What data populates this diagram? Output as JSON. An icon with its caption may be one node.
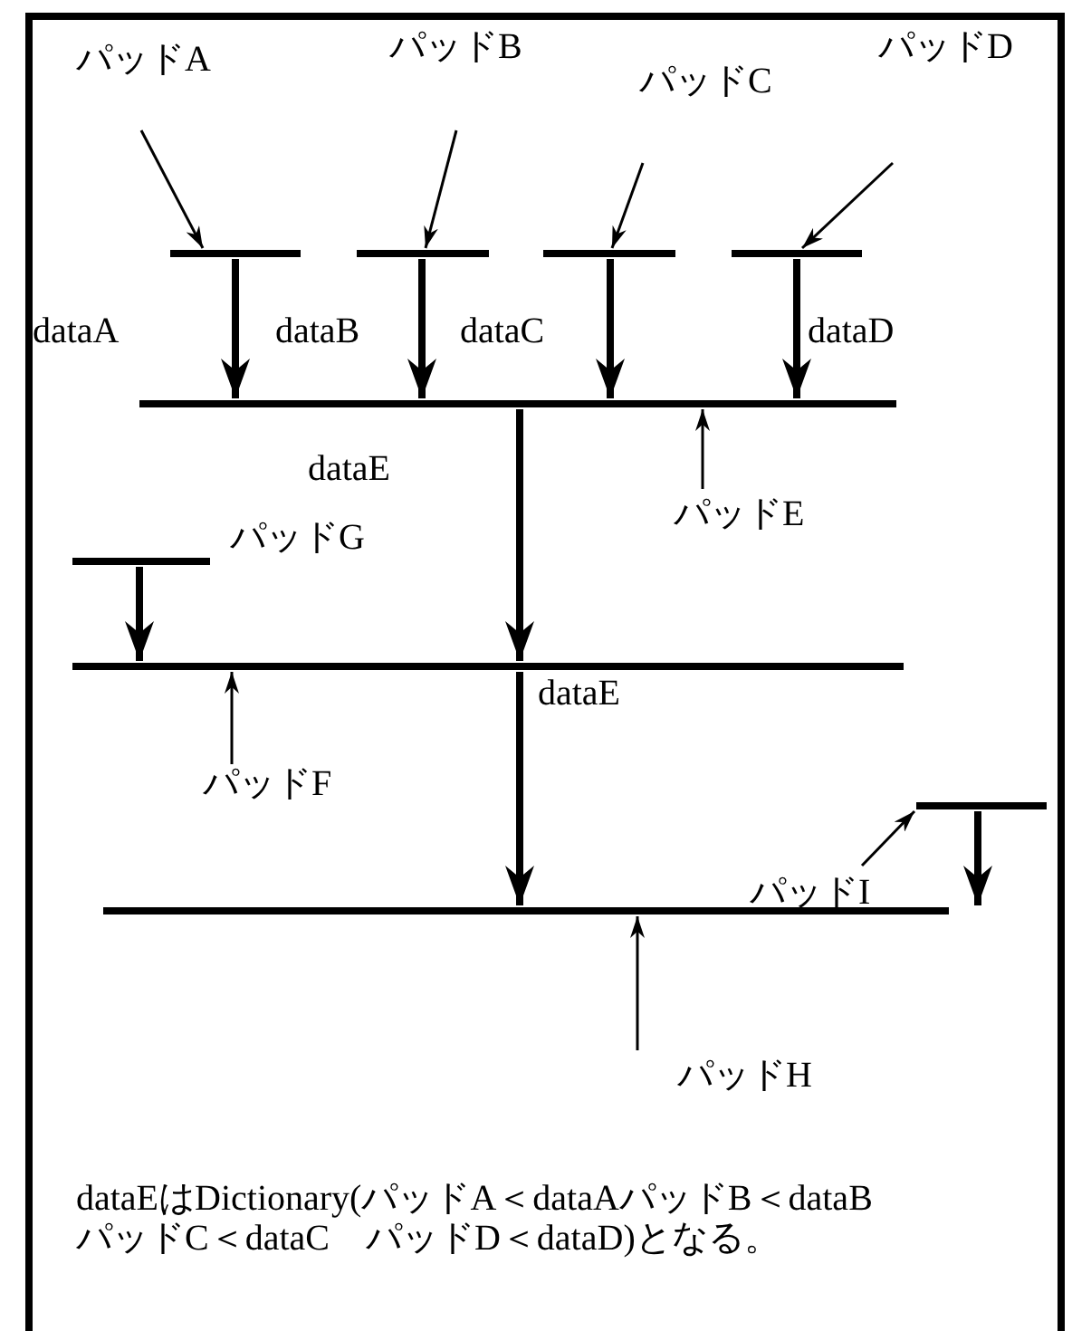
{
  "diagram": {
    "caption": "dataEはDictionary(パッドA＜dataAパッドB＜dataB　パッドC＜dataC　パッドD＜dataD)となる。",
    "nodes": [
      {
        "text": [
          "パッドA"
        ]
      },
      {
        "text": [
          "パッドB"
        ]
      },
      {
        "text": [
          "パッドC"
        ]
      },
      {
        "text": [
          "パッドD"
        ]
      },
      {
        "text": [],
        "shape": "bar"
      },
      {
        "text": [],
        "shape": "bar"
      },
      {
        "text": [],
        "shape": "bar"
      },
      {
        "text": [],
        "shape": "bar"
      },
      {
        "text": [],
        "shape": "bar"
      },
      {
        "text": [
          "パッドE"
        ]
      },
      {
        "text": [],
        "shape": "bar",
        "beside": [
          "パッドG"
        ]
      },
      {
        "text": [],
        "shape": "bar"
      },
      {
        "text": [
          "パッドF"
        ]
      },
      {
        "text": [],
        "shape": "bar"
      },
      {
        "text": [
          "パッドI"
        ]
      },
      {
        "text": [],
        "shape": "bar"
      },
      {
        "text": [
          "パッドH"
        ]
      }
    ],
    "edges": [
      {
        "from": 0,
        "to": 4,
        "arrow": "to"
      },
      {
        "from": 1,
        "to": 5,
        "arrow": "to"
      },
      {
        "from": 2,
        "to": 6,
        "arrow": "to"
      },
      {
        "from": 3,
        "to": 7,
        "arrow": "to"
      },
      {
        "from": 4,
        "to": 8,
        "arrow": "to",
        "label": "dataA",
        "style": "thick"
      },
      {
        "from": 5,
        "to": 8,
        "arrow": "to",
        "label": "dataB",
        "style": "thick"
      },
      {
        "from": 6,
        "to": 8,
        "arrow": "to",
        "label": "dataC",
        "style": "thick"
      },
      {
        "from": 7,
        "to": 8,
        "arrow": "to",
        "label": "dataD",
        "style": "thick"
      },
      {
        "from": 9,
        "to": 8,
        "arrow": "to"
      },
      {
        "from": 8,
        "to": 11,
        "arrow": "to",
        "label": "dataE",
        "style": "thick"
      },
      {
        "from": 10,
        "to": 11,
        "arrow": "to",
        "style": "thick"
      },
      {
        "from": 12,
        "to": 11,
        "arrow": "to"
      },
      {
        "from": 11,
        "to": 15,
        "arrow": "to",
        "label": "dataE",
        "style": "thick"
      },
      {
        "from": 14,
        "to": 13,
        "arrow": "to"
      },
      {
        "from": 13,
        "to": 15,
        "arrow": "to",
        "style": "thick"
      },
      {
        "from": 16,
        "to": 15,
        "arrow": "to"
      }
    ]
  }
}
